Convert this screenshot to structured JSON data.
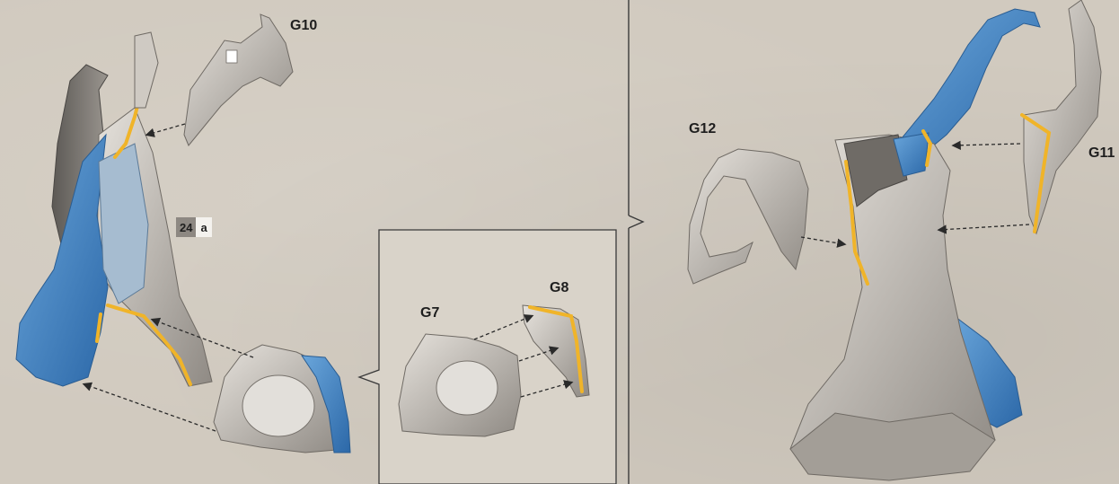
{
  "step": {
    "number": "24",
    "sub": "a"
  },
  "labels": {
    "g7": "G7",
    "g8": "G8",
    "g10": "G10",
    "g11": "G11",
    "g12": "G12"
  },
  "colors": {
    "background": "#d1cabf",
    "part_blue": "#3f80bf",
    "glue_highlight": "#f0b429",
    "part_grey": "#b7b2ab"
  }
}
